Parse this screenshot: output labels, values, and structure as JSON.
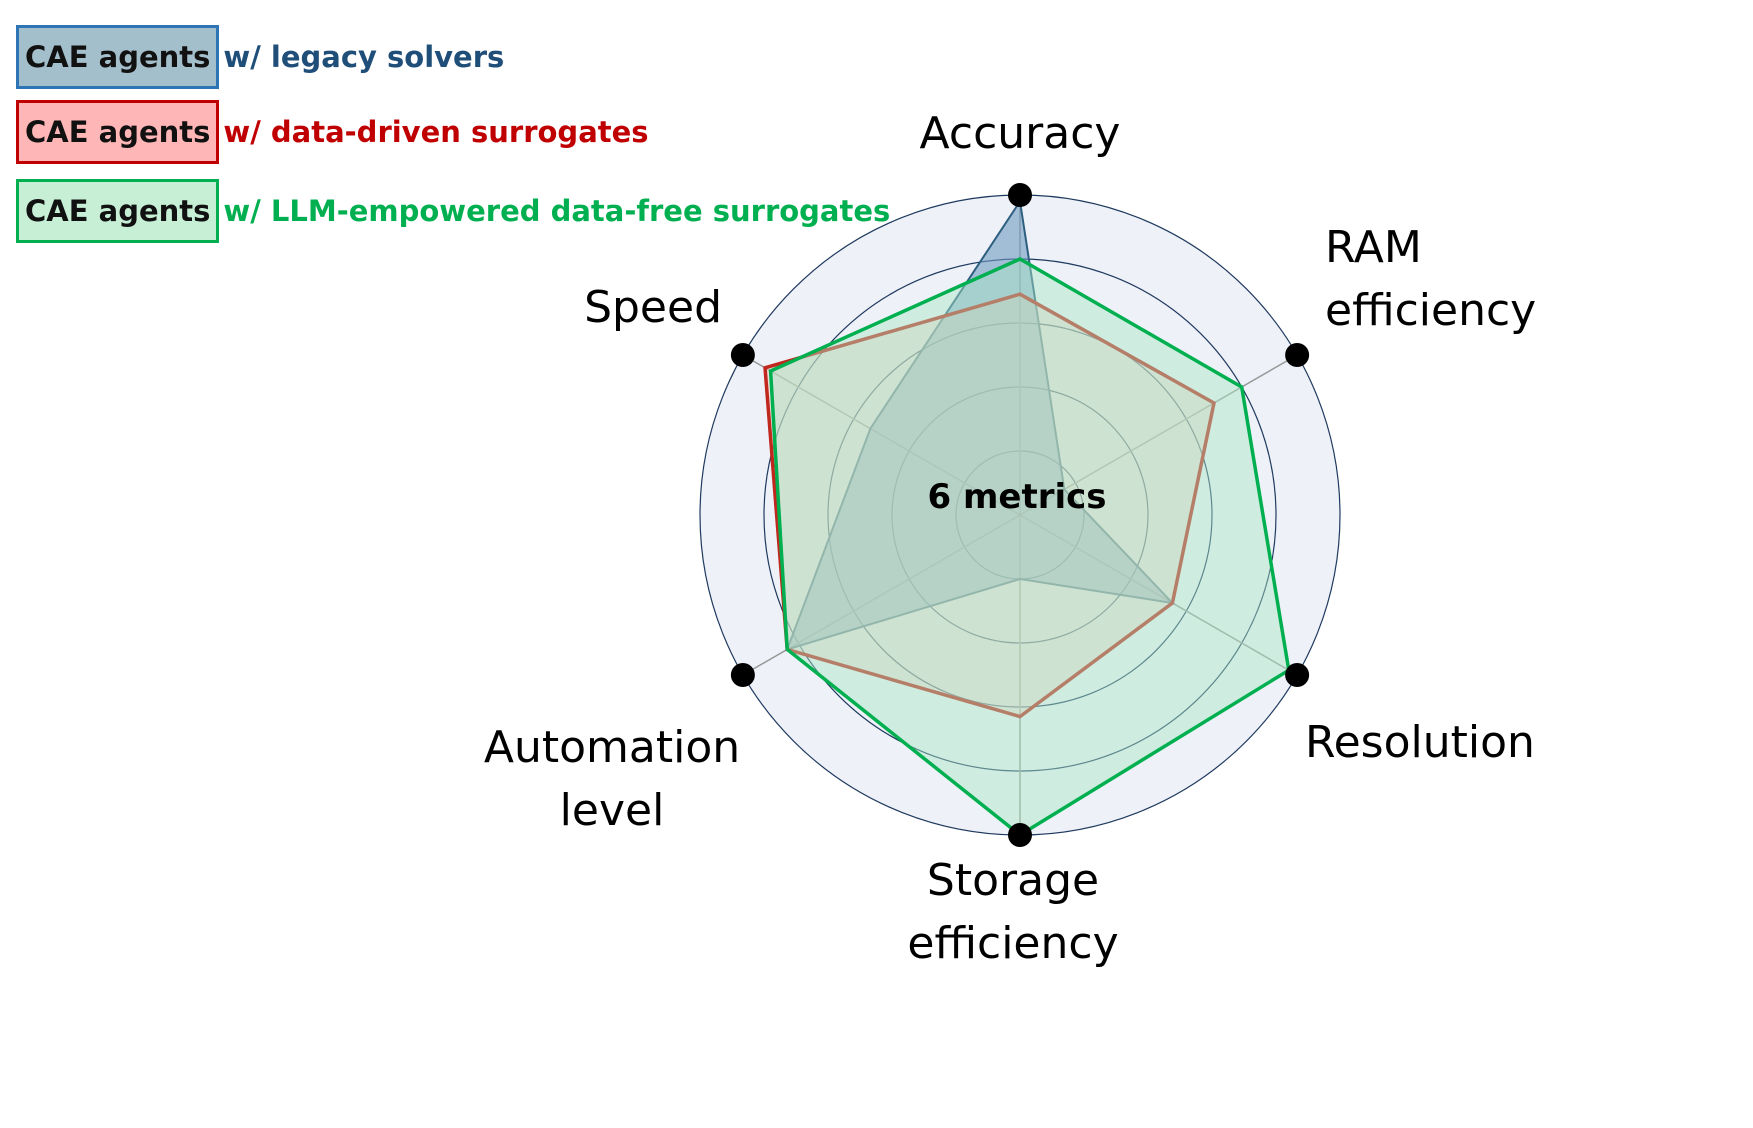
{
  "legend": [
    {
      "box_label": "CAE agents",
      "text": "w/ legacy solvers",
      "text_color": "#1f4e79",
      "fill": "#a4bfcc",
      "border": "#2e75b6"
    },
    {
      "box_label": "CAE agents",
      "text": "w/ data-driven surrogates",
      "text_color": "#c00000",
      "fill": "#ffb6b6",
      "border": "#c00000"
    },
    {
      "box_label": "CAE agents",
      "text": "w/ LLM-empowered data-free surrogates",
      "text_color": "#00b050",
      "fill": "#c6efd6",
      "border": "#00b050"
    }
  ],
  "chart_data": {
    "type": "radar",
    "center_label": "6 metrics",
    "axes": [
      {
        "label": [
          "Accuracy"
        ]
      },
      {
        "label": [
          "RAM",
          "efficiency"
        ]
      },
      {
        "label": [
          "Resolution"
        ]
      },
      {
        "label": [
          "Storage",
          "efficiency"
        ]
      },
      {
        "label": [
          "Automation",
          "level"
        ]
      },
      {
        "label": [
          "Speed"
        ]
      }
    ],
    "rlim": [
      0,
      1
    ],
    "rings": [
      0.2,
      0.4,
      0.6,
      0.8,
      1.0
    ],
    "series": [
      {
        "name": "CAE agents w/ legacy solvers",
        "values": [
          0.98,
          0.16,
          0.55,
          0.2,
          0.84,
          0.54
        ],
        "line": "#2e5f80",
        "fill": "#6f9bbf",
        "fill_opacity": 0.6
      },
      {
        "name": "CAE agents w/ data-driven surrogates",
        "values": [
          0.69,
          0.7,
          0.55,
          0.63,
          0.84,
          0.92
        ],
        "line": "#c0281e",
        "fill": "#e8c8b8",
        "fill_opacity": 0.45
      },
      {
        "name": "CAE agents w/ LLM-empowered data-free surrogates",
        "values": [
          0.8,
          0.8,
          0.97,
          1.0,
          0.84,
          0.9
        ],
        "line": "#00b050",
        "fill": "#a8e6c4",
        "fill_opacity": 0.45
      }
    ],
    "colors": {
      "ring": "#1f3a5f",
      "spoke": "#999999",
      "marker": "#000000",
      "outer_fill": "#eef1f8"
    }
  }
}
